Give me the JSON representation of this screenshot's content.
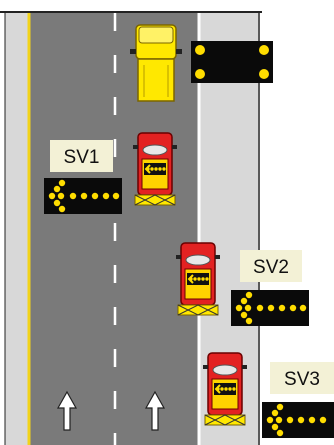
{
  "diagram": {
    "labels": {
      "sv1": "SV1",
      "sv2": "SV2",
      "sv3": "SV3"
    },
    "colors": {
      "road": "#7a7a7a",
      "shoulder": "#d8d8d8",
      "yellow_line": "#f2d31a",
      "lane_marking": "#ffffff",
      "lead_vehicle": "#ffe800",
      "shadow_vehicle": "#e32222",
      "arrow_panel": "#0a0a0a",
      "arrow_lamp": "#ffdd00",
      "label_background": "#f3f1d6"
    },
    "icons": {
      "travel_direction": "up-arrow-icon",
      "arrow_board": "left-chevron-arrow-board-icon",
      "flashing_board": "four-corner-flasher-icon"
    }
  }
}
